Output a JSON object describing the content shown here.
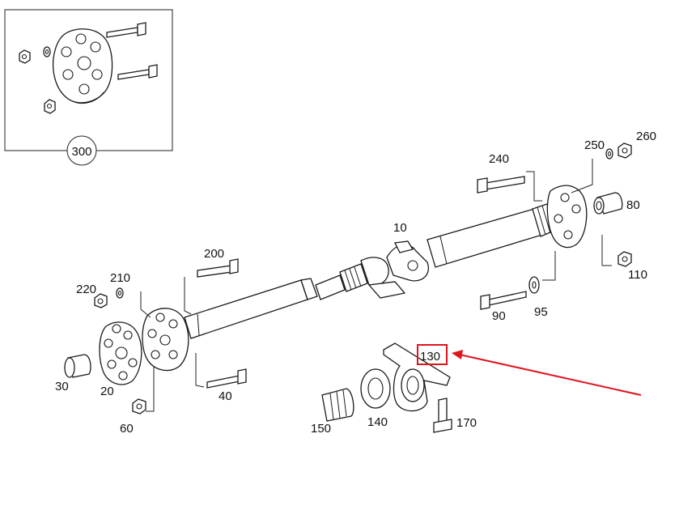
{
  "labels": {
    "p300": "300",
    "p240": "240",
    "p250": "250",
    "p260": "260",
    "p80": "80",
    "p10": "10",
    "p110": "110",
    "p200": "200",
    "p210": "210",
    "p220": "220",
    "p90": "90",
    "p95": "95",
    "p130": "130",
    "p30": "30",
    "p20": "20",
    "p40": "40",
    "p60": "60",
    "p150": "150",
    "p140": "140",
    "p170": "170"
  },
  "colors": {
    "highlight": "#e0141e",
    "line": "#1a1a1a"
  }
}
